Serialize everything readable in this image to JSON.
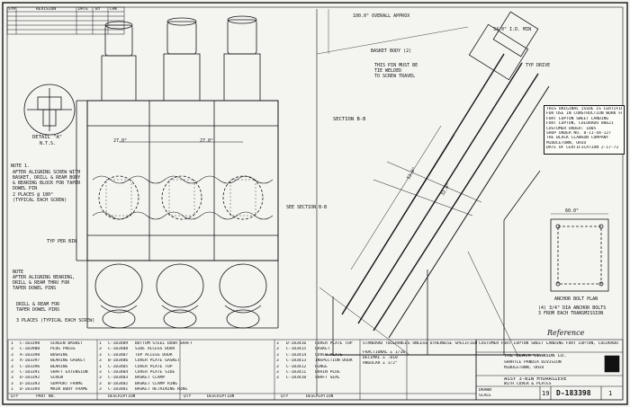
{
  "dimensions": {
    "overall": "100.0\" OVERALL APPROX",
    "width_top": "34.0\" I.D. MIN",
    "bay_left": "27.0\"",
    "bay_right": "27.0\"",
    "base_width": "60.0\"",
    "side_height": "53.0\"",
    "incline": "32.0\""
  },
  "views": {
    "detail_a": "DETAIL \"A\"",
    "detail_a_scale": "N.T.S.",
    "section_b": "SECTION B-B",
    "typ_drive": "TYP DRIVE",
    "anchor_bolt_plan": "ANCHOR BOLT PLAN",
    "typ_per_bin": "TYP PER BIN"
  },
  "notes": {
    "note1_title": "NOTE 1.",
    "note1_line1": "AFTER ALIGNING SCREW WITH",
    "note1_line2": "BASKET, DRILL & REAM BODY",
    "note1_line3": "& BEARING BLOCK FOR TAPER",
    "note1_line4": "DOWEL PIN",
    "note1_line5": "2 PLACES @ 180°",
    "note1_line6": "(TYPICAL EACH SCREW)",
    "note2_title": "NOTE",
    "note2_line1": "AFTER ALIGNING BEARING,",
    "note2_line2": "DRILL & REAM THRU FOR",
    "note2_line3": "TAPER DOWEL PINS",
    "note3_line1": "DRILL & REAM FOR",
    "note3_line2": "TAPER DOWEL PINS",
    "note3_line3": "3 PLACES (TYPICAL EACH SCREW)",
    "note_tie": "THIS PIN MUST BE",
    "note_tie2": "TIE WELDED",
    "note_tie3": "TO SCREW TRAVEL",
    "basket_body": "BASKET BODY (2)",
    "see_section": "SEE SECTION B-B",
    "anchor_bolts": "(4) 3/4\" DIA ANCHOR BOLTS",
    "anchor_bolts2": "3 FROM EACH TRANSMISSION",
    "reference": "Reference"
  },
  "revisions": {
    "headers": [
      "SYM",
      "REVISION",
      "DATE",
      "BY",
      "CHK"
    ]
  },
  "parts_table": {
    "headers": [
      "QTY",
      "PART NO.",
      "DESCRIPTION"
    ],
    "col1": [
      {
        "qty": "1",
        "pn": "C-183398",
        "desc": "SCREEN BASKET"
      },
      {
        "qty": "3",
        "pn": "C-183900",
        "desc": "PLUG PRESS"
      },
      {
        "qty": "3",
        "pn": "A-183398",
        "desc": "BUSHING"
      },
      {
        "qty": "3",
        "pn": "A-183397",
        "desc": "BEARING GASKET"
      },
      {
        "qty": "3",
        "pn": "C-183396",
        "desc": "BEARING"
      },
      {
        "qty": "3",
        "pn": "C-183391",
        "desc": "SHAFT EXTENSION"
      },
      {
        "qty": "3",
        "pn": "D-183392",
        "desc": "SCREW"
      },
      {
        "qty": "3",
        "pn": "D-183393",
        "desc": "SUPPORT FRAME"
      },
      {
        "qty": "1",
        "pn": "D-183394",
        "desc": "MAIN BODY FRAME"
      }
    ],
    "col2": [
      {
        "qty": "1",
        "pn": "C-183409",
        "desc": "BOTTOM STEEL DOOR SHAFT"
      },
      {
        "qty": "3",
        "pn": "C-183408",
        "desc": "SIDE ACCESS DOOR"
      },
      {
        "qty": "3",
        "pn": "C-183407",
        "desc": "TOP ACCESS DOOR"
      },
      {
        "qty": "3",
        "pn": "B-183406",
        "desc": "COVER PLATE GASKET"
      },
      {
        "qty": "1",
        "pn": "C-183405",
        "desc": "COVER PLATE TOP"
      },
      {
        "qty": "3",
        "pn": "C-183404",
        "desc": "COVER PLATE SIDE"
      },
      {
        "qty": "3",
        "pn": "C-183403",
        "desc": "BASKET CLAMP"
      },
      {
        "qty": "3",
        "pn": "B-183402",
        "desc": "BASKET CLAMP RING"
      },
      {
        "qty": "3",
        "pn": "C-183401",
        "desc": "BASKET RETAINING RING"
      }
    ],
    "col3": [
      {
        "qty": "3",
        "pn": "D-183416",
        "desc": "COVER PLATE TOP"
      },
      {
        "qty": "3",
        "pn": "C-183415",
        "desc": "GASKET"
      },
      {
        "qty": "3",
        "pn": "C-183414",
        "desc": "COVER PLATE"
      },
      {
        "qty": "3",
        "pn": "C-183413",
        "desc": "INSPECTION DOOR"
      },
      {
        "qty": "3",
        "pn": "C-183412",
        "desc": "HINGE"
      },
      {
        "qty": "3",
        "pn": "C-183411",
        "desc": "DRAIN PLUG"
      },
      {
        "qty": "3",
        "pn": "C-183410",
        "desc": "SHAFT SEAL"
      }
    ]
  },
  "certificate": {
    "l1": "THIS ORIGINAL ISSUE IS CERTIFIED",
    "l2": "FOR USE IN CONSTRUCTION WORK FOR",
    "l3": "FORT LUPTON SWEET LANDING",
    "l4": "FORT LUPTON, COLORADO 80621",
    "l5": "CUSTOMER ORDER: 1005",
    "l6": "SHOP ORDER NO. 8-11-44-127",
    "l7": "THE BLACK CLAWSON COMPANY",
    "l8": "MIDDLETOWN, OHIO",
    "l9": "DATE OF CERTIFICATION 2-17-72"
  },
  "title_block": {
    "customer": "CUSTOMER FORT LUPTON SWEET LANDING FORT LUPTON, COLORADO",
    "company": "THE BLACK CLAWSON CO.",
    "division": "SHARTLE PANDIA DIVISION",
    "location": "MIDDLETOWN, OHIO",
    "drawing_title": "ASSY 3-BIN HYDRASIEVE",
    "sub_title": "WITH COVER & PLATES",
    "drawn_by": "DRAWN",
    "scale": "SCALE",
    "size": "19",
    "drawing_no": "D-183398",
    "sheet": "1"
  },
  "general_notes": {
    "header": "STANDARD TOLERANCES UNLESS OTHERWISE SPECIFIED",
    "line1": "FRACTIONAL ± 1/16",
    "line2": "DECIMAL ± .010",
    "line3": "ANGULAR ± 1/2°"
  }
}
